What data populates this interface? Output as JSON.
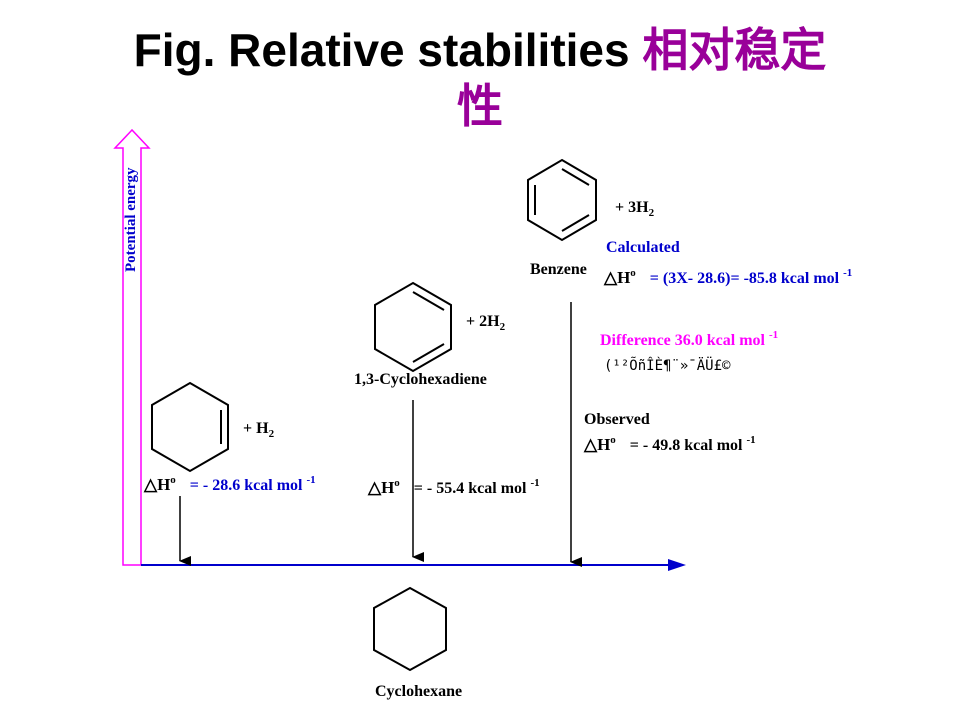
{
  "title": {
    "prefix": "Fig. Relative stabilities",
    "chinese_line1": "相对稳定",
    "chinese_line2": "性"
  },
  "axis": {
    "y_label": "Potential energy"
  },
  "colors": {
    "magenta": "#ff00ff",
    "blue": "#0000cc",
    "purple": "#990099"
  },
  "compounds": {
    "cyclohexene": {
      "reagent": "+ H",
      "reagent_sub": "2",
      "dh_prefix": "△H",
      "dh_sup": "o",
      "dh_value": "= - 28.6 kcal mol",
      "dh_unit_sup": "-1"
    },
    "cyclohexadiene": {
      "name": "1,3-Cyclohexadiene",
      "reagent": "+ 2H",
      "reagent_sub": "2",
      "dh_prefix": "△H",
      "dh_sup": "o",
      "dh_value": "= - 55.4 kcal mol",
      "dh_unit_sup": "-1"
    },
    "benzene": {
      "name": "Benzene",
      "reagent": "+ 3H",
      "reagent_sub": "2",
      "calculated_label": "Calculated",
      "calc_prefix": "△H",
      "calc_sup": "o",
      "calc_value": "= (3X- 28.6)= -85.8 kcal mol",
      "calc_unit_sup": "-1",
      "difference_label": "Difference 36.0  kcal mol",
      "difference_sup": "-1",
      "difference_note": "(¹²ÕñÎÈ¶¨»¯ÄÜ£©",
      "observed_label": "Observed",
      "obs_prefix": "△H",
      "obs_sup": "o",
      "obs_value": "= - 49.8 kcal mol",
      "obs_unit_sup": "-1"
    },
    "cyclohexane": {
      "name": "Cyclohexane"
    }
  }
}
